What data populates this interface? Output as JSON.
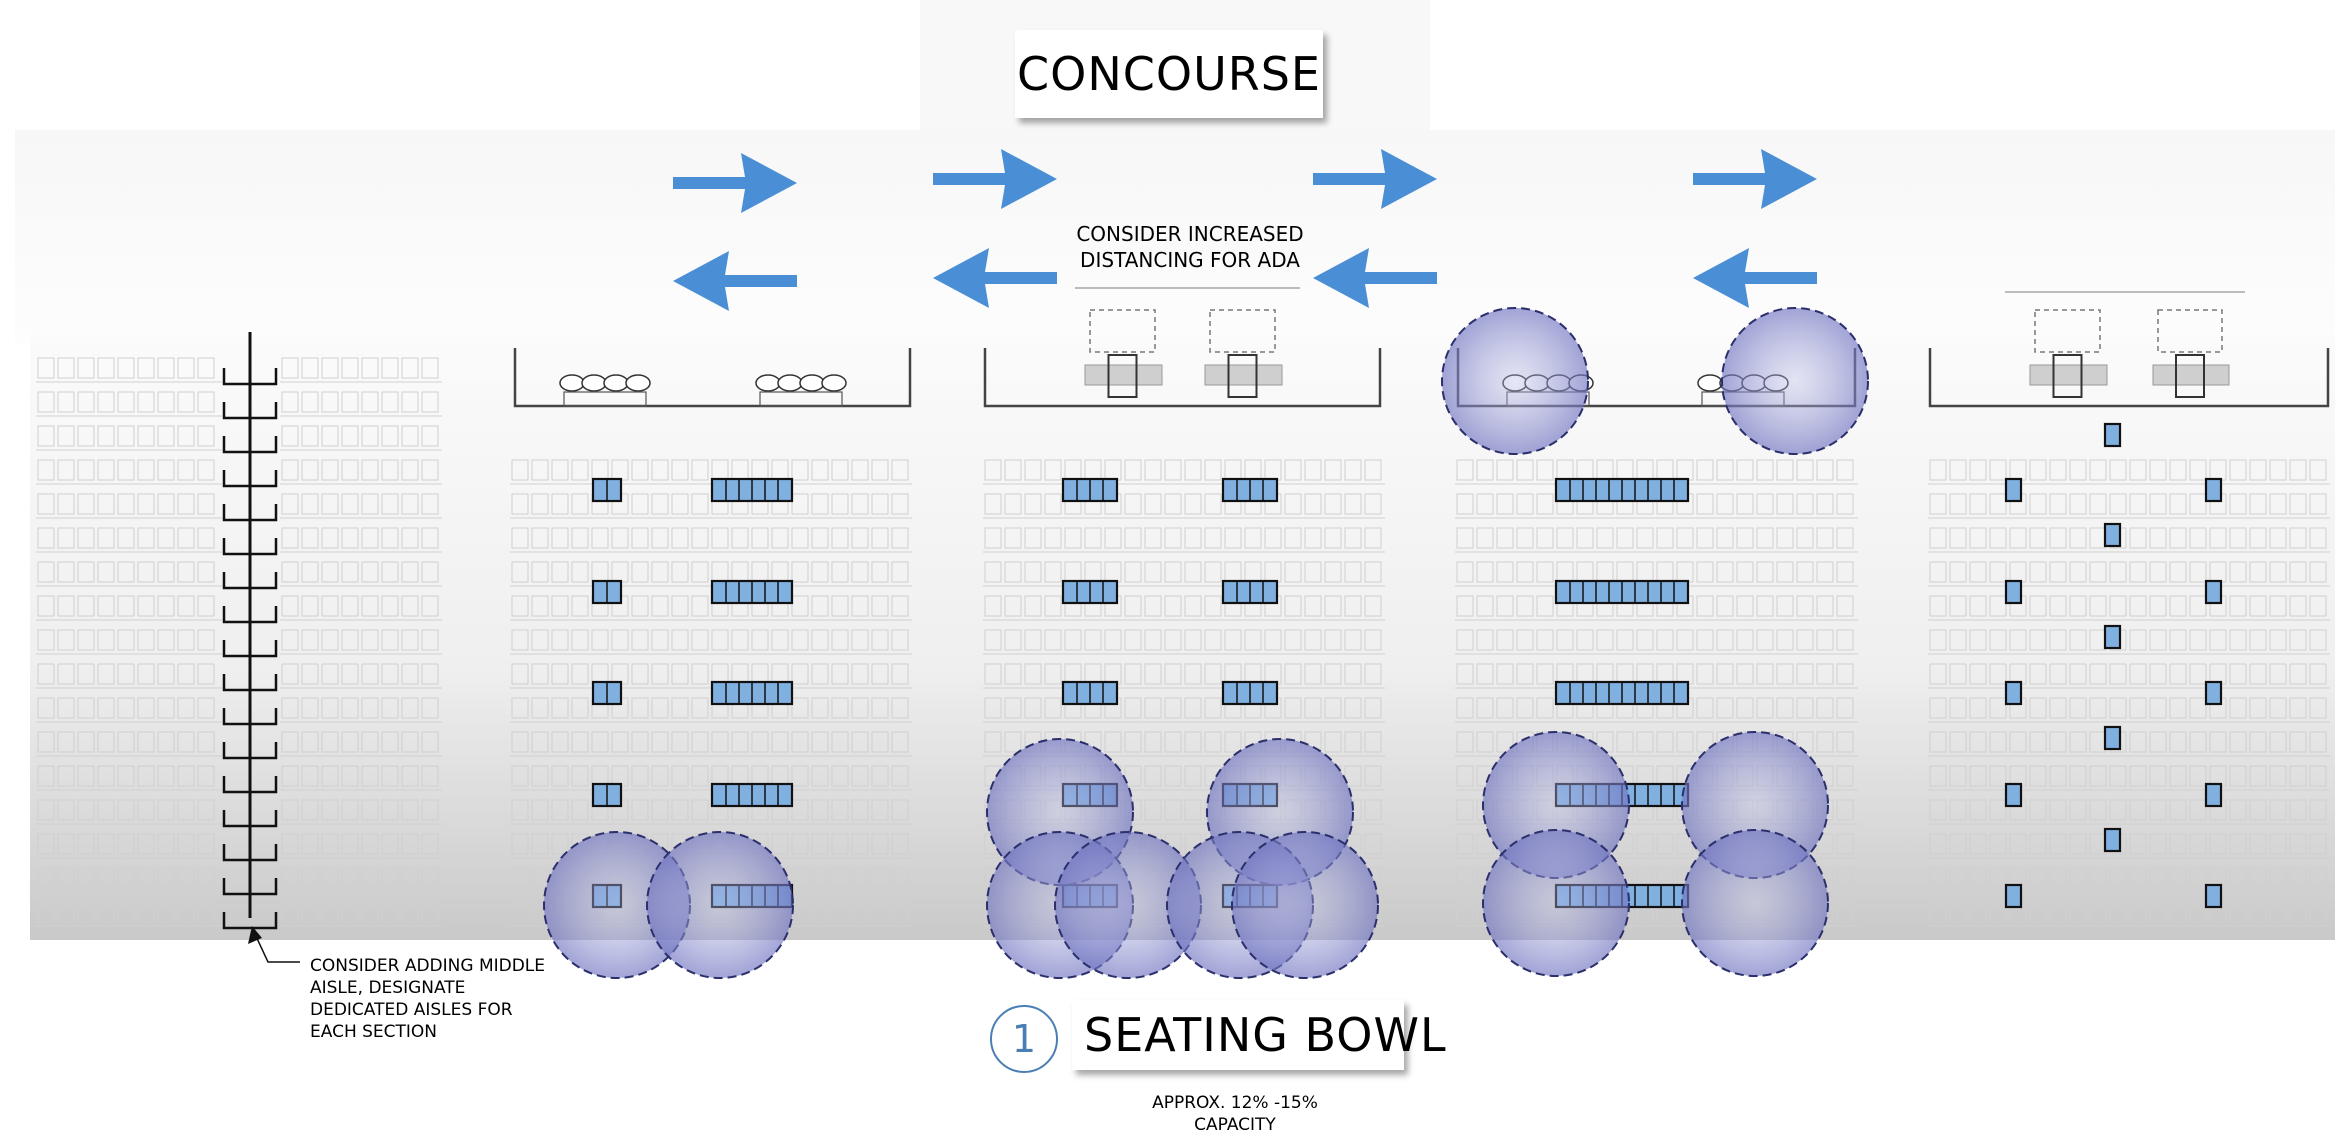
{
  "concourse_title": "CONCOURSE",
  "ada_note_line1": "CONSIDER INCREASED",
  "ada_note_line2": "DISTANCING FOR ADA",
  "aisle_note_line1": "CONSIDER ADDING MIDDLE",
  "aisle_note_line2": "AISLE, DESIGNATE",
  "aisle_note_line3": "DEDICATED AISLES FOR",
  "aisle_note_line4": "EACH SECTION",
  "section_number": "1",
  "seating_title": "SEATING BOWL",
  "capacity_line1": "APPROX. 12% -15%",
  "capacity_line2": "CAPACITY",
  "colors": {
    "arrow": "#4a8ed6",
    "seat_highlight": "#7fb0e0",
    "distance_circle": "#8a8fd0",
    "badge": "#4a7fb5"
  }
}
